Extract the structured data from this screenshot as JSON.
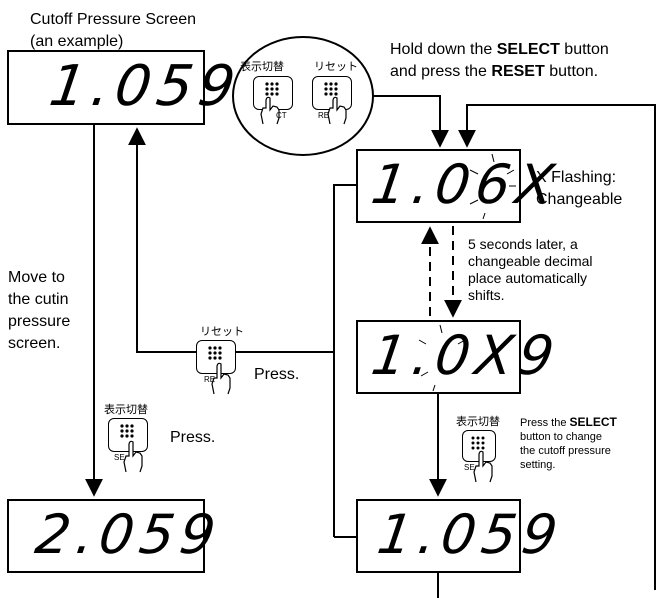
{
  "title_line1": "Cutoff Pressure Screen",
  "title_line2": "(an example)",
  "instruction_hold": {
    "pre": "Hold down the ",
    "select": "SELECT",
    "mid": " button",
    "line2_pre": "and press the ",
    "reset": "RESET",
    "line2_post": " button."
  },
  "displays": {
    "start": "1.059",
    "flash1": "1.06X",
    "flash2": "1.0X9",
    "result": "1.059",
    "cutin": "2.059"
  },
  "flashing_note": {
    "line1": "X Flashing:",
    "line2": "Changeable"
  },
  "shift_note": [
    "5 seconds later, a",
    "changeable decimal",
    "place automatically",
    "shifts."
  ],
  "cutin_note": [
    "Move to",
    "the cutin",
    "pressure",
    "screen."
  ],
  "press_label": "Press.",
  "select_note": {
    "pre": "Press the ",
    "select": "SELECT",
    "lines": [
      "button to change",
      "the cutoff pressure",
      "setting."
    ]
  },
  "button_labels": {
    "select_jp": "表示切替",
    "reset_jp": "リセット",
    "select_tag": "SELECT",
    "reset_tag": "RESET"
  },
  "icons": {
    "button_icon": "push-button-icon",
    "finger_icon": "pointing-hand-icon",
    "flash_icon": "flashing-digit-icon"
  }
}
